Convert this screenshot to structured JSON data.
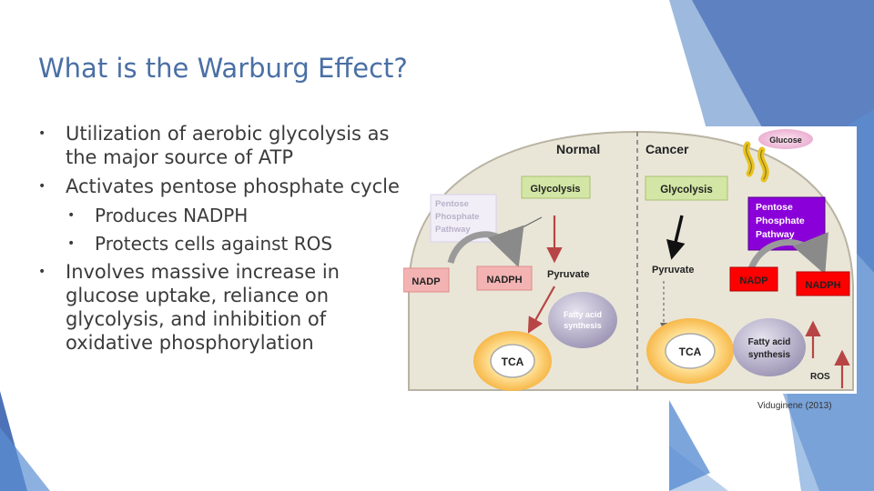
{
  "slide": {
    "title": "What is the Warburg Effect?",
    "bullets": [
      "Utilization of aerobic glycolysis as the major source of ATP",
      "Activates pentose phosphate cycle",
      "Produces NADPH",
      "Protects cells against ROS",
      "Involves massive increase in glucose uptake, reliance on glycolysis, and inhibition of oxidative phosphorylation"
    ],
    "credit": "Viduginene (2013)"
  },
  "diagram": {
    "normal": {
      "header": "Normal",
      "glycolysis": "Glycolysis",
      "ppp": [
        "Pentose",
        "Phosphate",
        "Pathway"
      ],
      "nadp": "NADP",
      "nadph": "NADPH",
      "pyruvate": "Pyruvate",
      "fatty": [
        "Fatty acid",
        "synthesis"
      ],
      "tca": "TCA"
    },
    "cancer": {
      "header": "Cancer",
      "glucose": "Glucose",
      "glycolysis": "Glycolysis",
      "ppp": [
        "Pentose",
        "Phosphate",
        "Pathway"
      ],
      "pyruvate": "Pyruvate",
      "nadp": "NADP",
      "nadph": "NADPH",
      "tca": "TCA",
      "fatty": [
        "Fatty acid",
        "synthesis"
      ],
      "ros": "ROS"
    }
  },
  "colors": {
    "title": "#4a6fa5",
    "accent_blue": "#4a6fa5",
    "ppp_purple": "#7b00d4",
    "nadp_red": "#e02020",
    "arrow_red": "#c0504d",
    "glycolysis_green": "#d3e6a5"
  }
}
